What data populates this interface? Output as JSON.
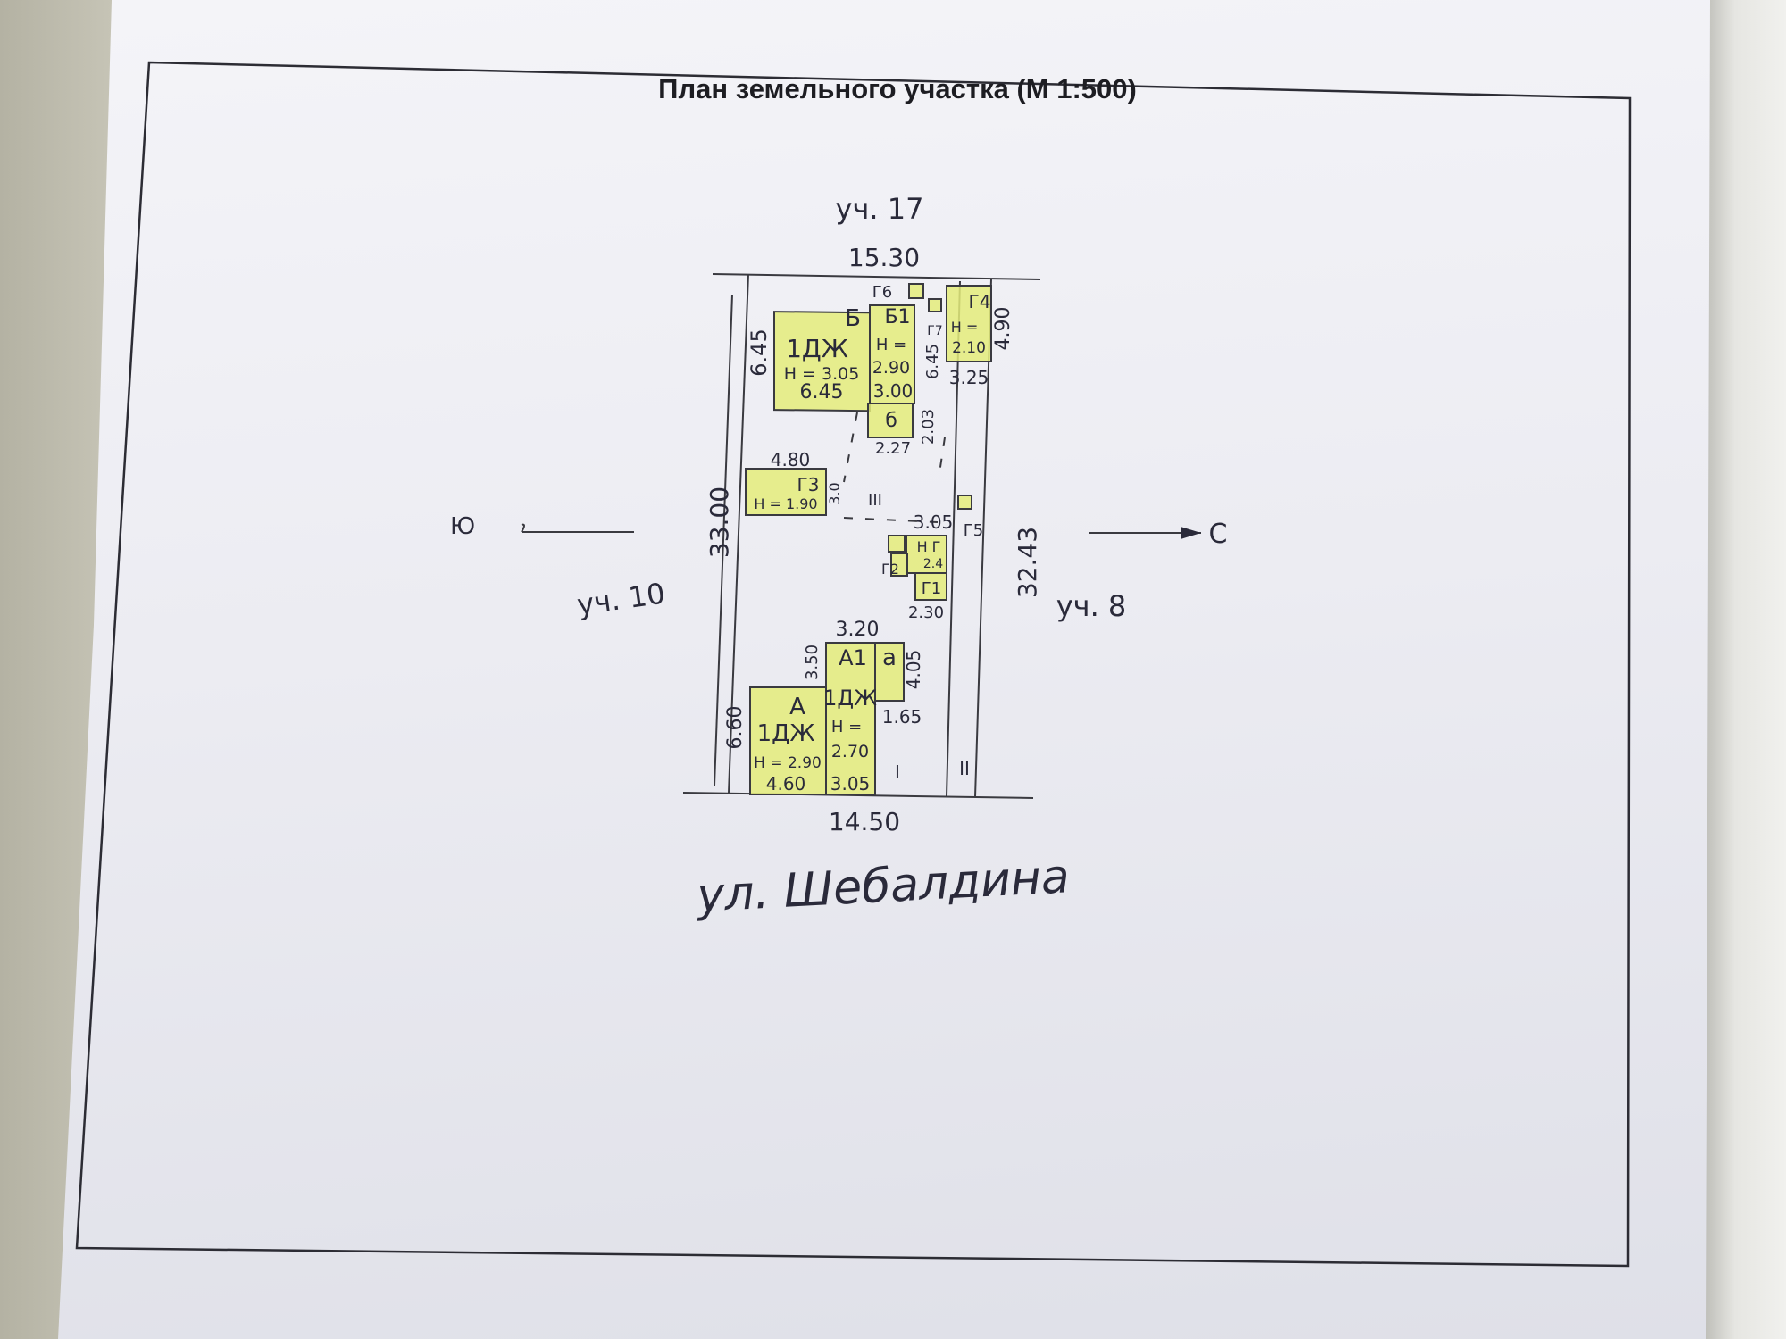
{
  "title": "План земельного участка (М 1:500)",
  "neighbors": {
    "top": "уч. 17",
    "left": "уч. 10",
    "right": "уч. 8"
  },
  "street": "ул. Шебалдина",
  "compass": {
    "south": "Ю",
    "north": "С"
  },
  "dimensions": {
    "top_width": "15.30",
    "bottom_width": "14.50",
    "left_length": "33.00",
    "right_length": "32.43",
    "b_height": "6.45",
    "b_width": "6.45",
    "b1_length": "3.00",
    "b1_side": "6.45",
    "g4_side": "4.90",
    "g4_width": "3.25",
    "b_small": "2.27",
    "b_small_side": "2.03",
    "g3_width": "4.80",
    "g3_side": "3.0",
    "g_center": "3.05",
    "g1_width": "2.30",
    "d1_width": "3.20",
    "d1_side": "3.50",
    "a_small_side": "4.05",
    "a_small_width": "1.65",
    "a_height": "6.60",
    "a_width": "4.60",
    "d1_bottom": "3.05"
  },
  "buildings": {
    "b": {
      "label": "Б",
      "use": "1ДЖ",
      "height": "Н = 3.05"
    },
    "b1": {
      "label": "Б1",
      "height_label": "Н =",
      "height": "2.90"
    },
    "b_small": {
      "label": "б"
    },
    "g4": {
      "label": "Г4",
      "height_label": "Н =",
      "height": "2.10"
    },
    "g6": {
      "label": "Г6"
    },
    "g7": {
      "label": "Г7"
    },
    "g3": {
      "label": "Г3",
      "height": "Н = 1.90"
    },
    "g5": {
      "label": "Г5"
    },
    "g2": {
      "label": "Г2"
    },
    "g_mid": {
      "label": "Н Г",
      "height": "2.4"
    },
    "g1": {
      "label": "Г1"
    },
    "a": {
      "label": "А",
      "use": "1ДЖ",
      "height": "Н = 2.90"
    },
    "a1": {
      "label": "А1",
      "use": "1ДЖ",
      "height_label": "Н =",
      "height": "2.70"
    },
    "a_small": {
      "label": "а"
    }
  },
  "fences": {
    "f1": "I",
    "f2": "II",
    "f3": "III"
  }
}
